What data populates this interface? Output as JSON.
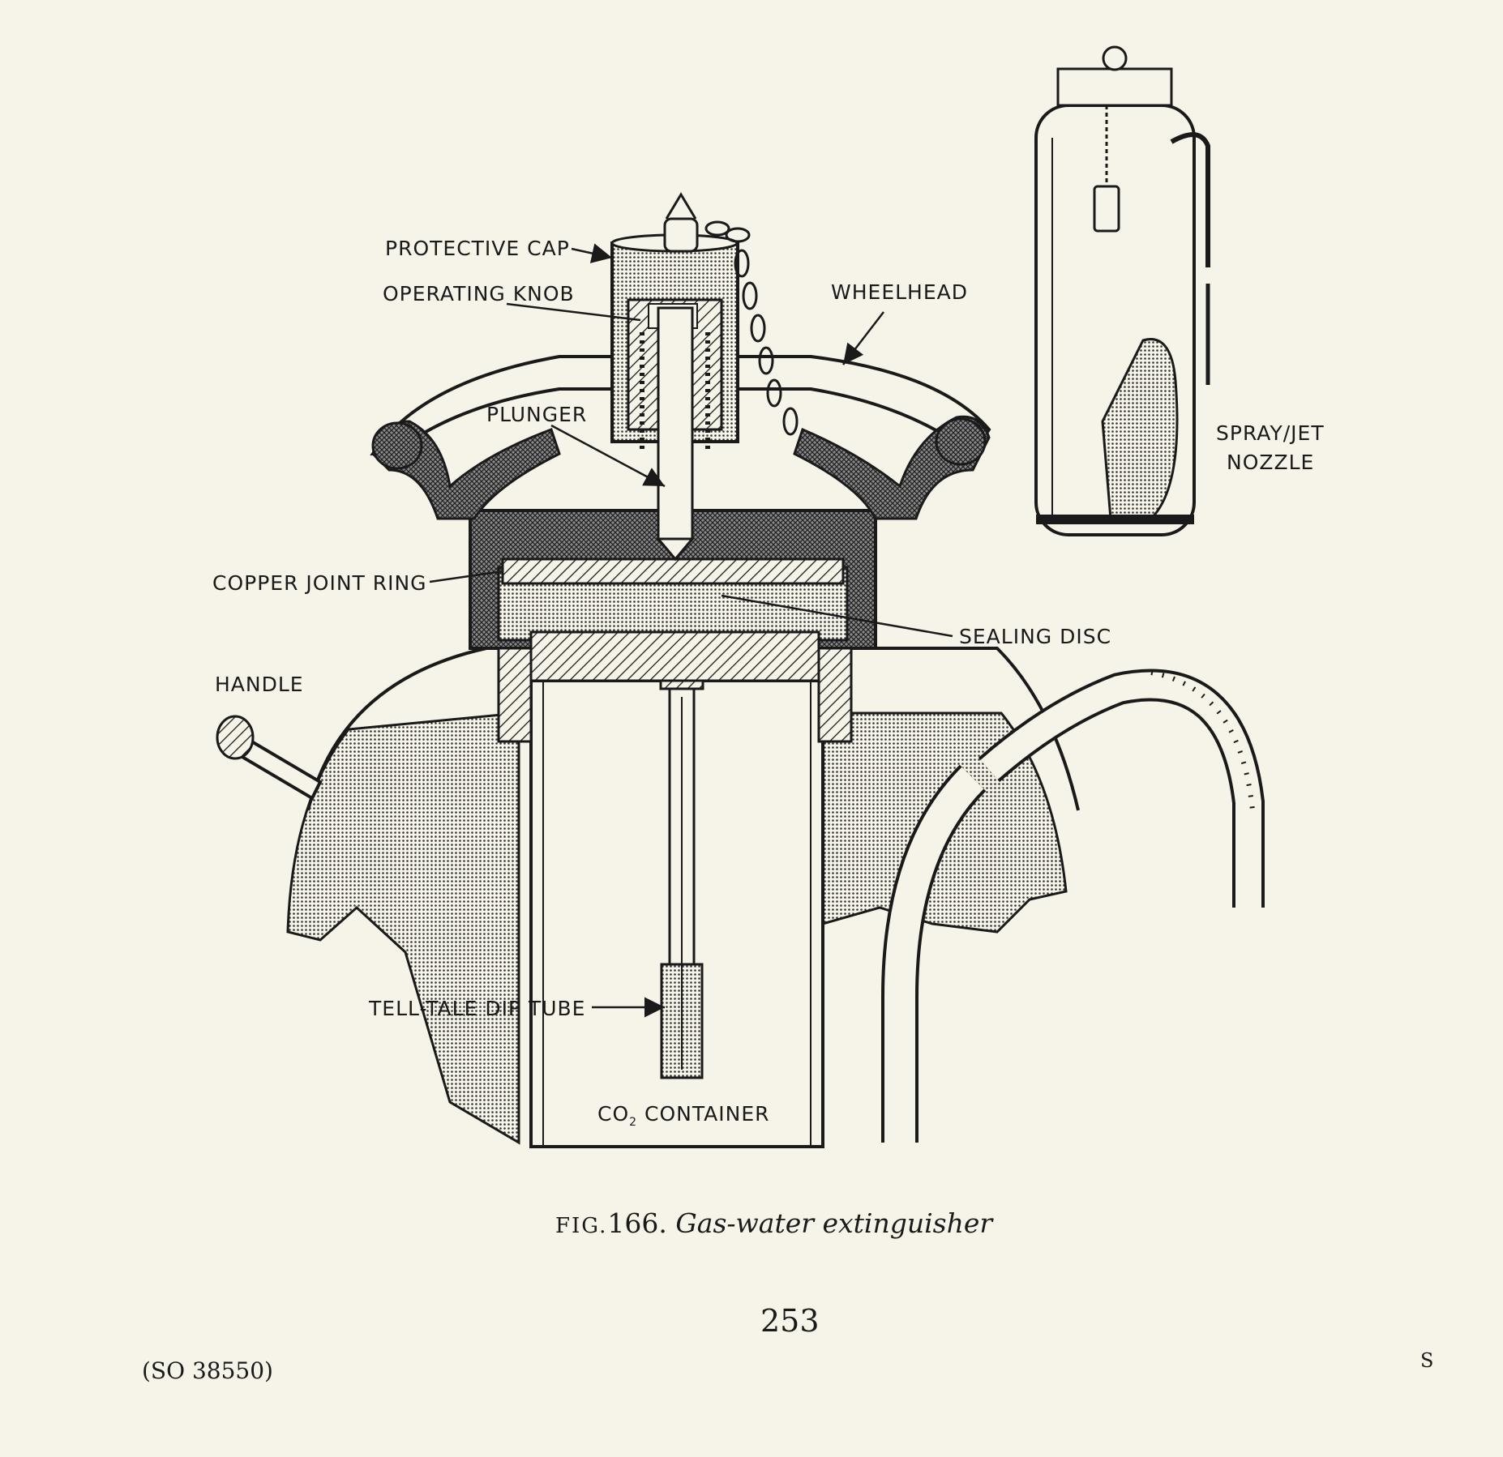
{
  "labels": {
    "protective_cap": "PROTECTIVE CAP",
    "operating_knob": "OPERATING KNOB",
    "wheelhead": "WHEELHEAD",
    "plunger": "PLUNGER",
    "copper_joint_ring": "COPPER JOINT RING",
    "sealing_disc": "SEALING DISC",
    "handle": "HANDLE",
    "spray_jet_line1": "SPRAY/JET",
    "spray_jet_line2": "NOZZLE",
    "tell_tale_dip_tube": "TELL-TALE DIP TUBE",
    "co2_prefix": "CO",
    "co2_sub": "2",
    "co2_suffix": " CONTAINER"
  },
  "caption": {
    "fig": "FIG.",
    "number": "166.",
    "title": "Gas-water extinguisher"
  },
  "page_number": "253",
  "reference": "(SO 38550)",
  "signature_mark": "S",
  "colors": {
    "paper": "#f6f3e9",
    "ink": "#1a1a1a",
    "stipple": "#9a9a9a"
  }
}
